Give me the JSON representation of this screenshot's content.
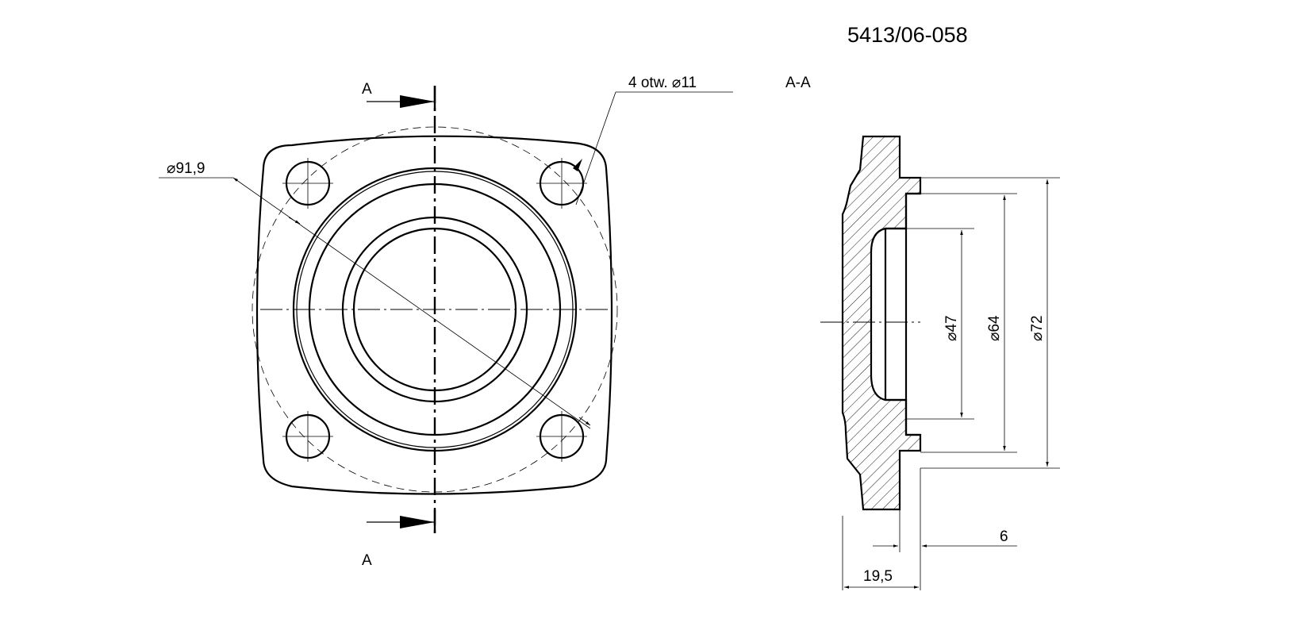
{
  "drawing_number": "5413/06-058",
  "section_label": "A-A",
  "section_markers": {
    "top": "A",
    "bottom": "A"
  },
  "dimensions": {
    "bolt_circle": "⌀91,9",
    "holes_note": "4 otw. ⌀11",
    "d47": "⌀47",
    "d64": "⌀64",
    "d72": "⌀72",
    "w6": "6",
    "w195": "19,5"
  }
}
